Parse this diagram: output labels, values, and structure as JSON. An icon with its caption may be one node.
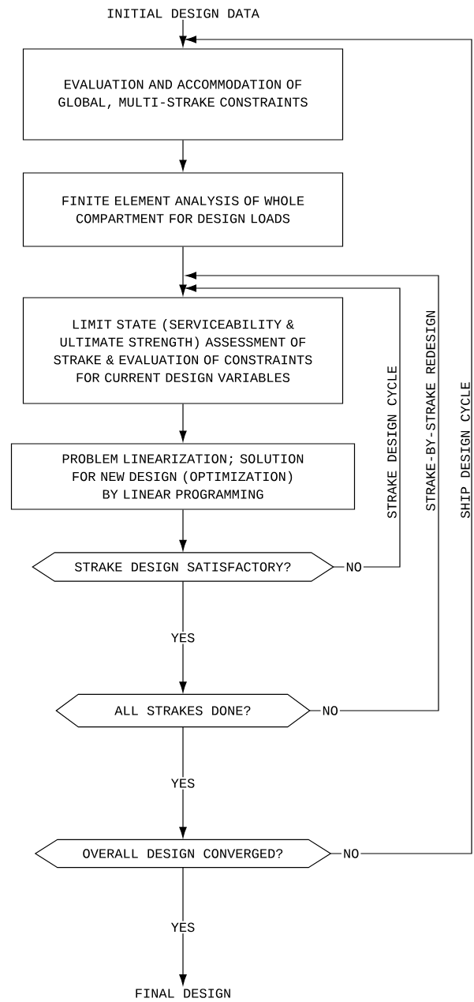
{
  "diagram": {
    "nodes": [
      {
        "text": [
          "INITIAL DESIGN DATA"
        ]
      },
      {
        "text": [
          "EVALUATION AND ACCOMMODATION OF GLOBAL, MULTI-STRAKE CONSTRAINTS"
        ]
      },
      {
        "text": [
          "FINITE ELEMENT ANALYSIS OF WHOLE COMPARTMENT FOR DESIGN LOADS"
        ]
      },
      {
        "text": [
          "LIMIT STATE (SERVICEABILITY & ULTIMATE STRENGTH) ASSESSMENT OF STRAKE & EVALUATION OF CONSTRAINTS FOR CURRENT DESIGN VARIABLES"
        ]
      },
      {
        "text": [
          "PROBLEM LINEARIZATION; SOLUTION FOR NEW DESIGN (OPTIMIZATION) BY LINEAR PROGRAMMING"
        ]
      },
      {
        "text": [
          "STRAKE DESIGN SATISFACTORY?"
        ]
      },
      {
        "text": [
          "ALL STRAKES DONE?"
        ]
      },
      {
        "text": [
          "OVERALL DESIGN CONVERGED?"
        ]
      },
      {
        "text": [
          "FINAL DESIGN"
        ]
      }
    ],
    "edges": [
      {
        "from": 0,
        "to": 1,
        "arrow": "to"
      },
      {
        "from": 1,
        "to": 2,
        "arrow": "to"
      },
      {
        "from": 2,
        "to": 3,
        "arrow": "to"
      },
      {
        "from": 3,
        "to": 4,
        "arrow": "to"
      },
      {
        "from": 4,
        "to": 5,
        "arrow": "to"
      },
      {
        "from": 5,
        "to": 6,
        "arrow": "to",
        "label": "YES"
      },
      {
        "from": 6,
        "to": 7,
        "arrow": "to",
        "label": "YES"
      },
      {
        "from": 7,
        "to": 8,
        "arrow": "to",
        "label": "YES"
      },
      {
        "from": 5,
        "to": 3,
        "arrow": "to",
        "label": "NO"
      },
      {
        "from": 6,
        "to": 3,
        "arrow": "to",
        "label": "NO"
      },
      {
        "from": 7,
        "to": 1,
        "arrow": "to",
        "label": "NO"
      }
    ],
    "labels": [
      "STRAKE DESIGN CYCLE",
      "STRAKE-BY-STRAKE REDESIGN",
      "SHIP DESIGN CYCLE"
    ]
  }
}
